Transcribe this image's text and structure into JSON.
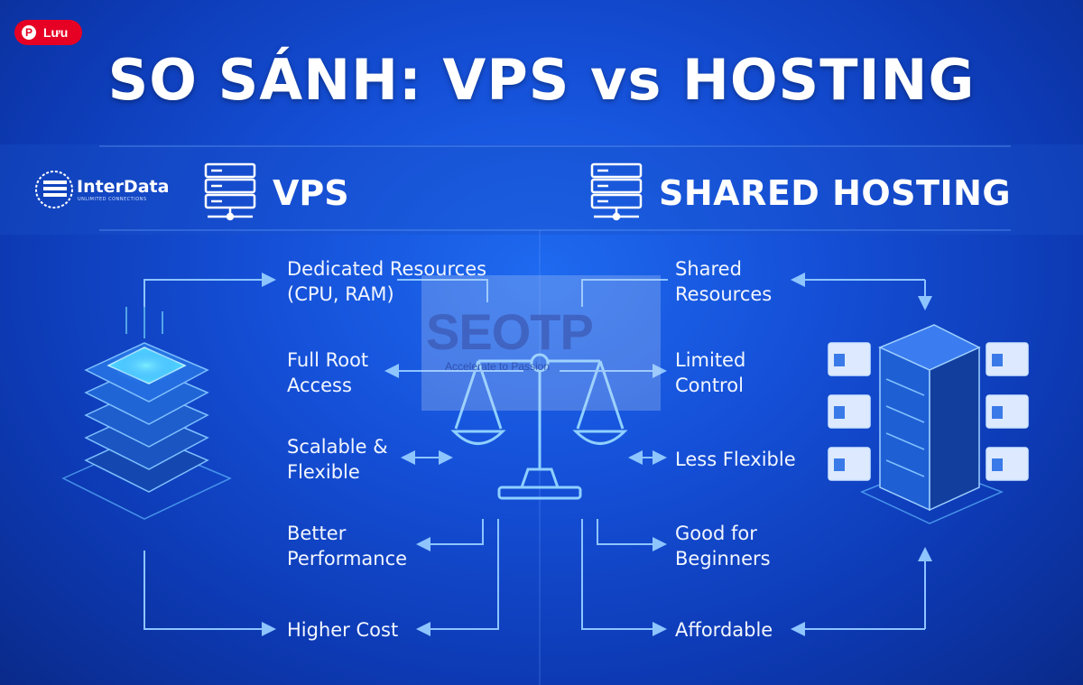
{
  "title": "SO SÁNH: VPS vs HOSTING",
  "save_button": {
    "label": "Lưu",
    "icon": "pinterest-icon"
  },
  "brand": {
    "name": "InterData",
    "tagline": "UNLIMITED CONNECTIONS"
  },
  "watermark": {
    "text": "SEOTP",
    "tag": "Accelerate to Passion"
  },
  "vps": {
    "heading": "VPS",
    "features": [
      "Dedicated Resources\n(CPU, RAM)",
      "Full Root\nAccess",
      "Scalable &\nFlexible",
      "Better\nPerformance",
      "Higher Cost"
    ]
  },
  "shared": {
    "heading": "SHARED HOSTING",
    "features": [
      "Shared\nResources",
      "Limited\nControl",
      "Less Flexible",
      "Good for\nBeginners",
      "Affordable"
    ]
  },
  "colors": {
    "line": "#8ec5ff",
    "glow": "#5fe0ff",
    "text": "#ffffff"
  }
}
